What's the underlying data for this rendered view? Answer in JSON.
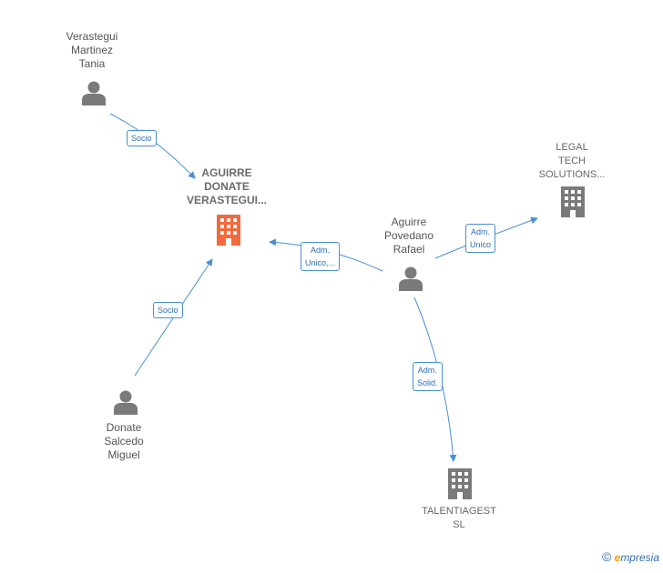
{
  "nodes": {
    "verastegui": {
      "lines": [
        "Verastegui",
        "Martinez",
        "Tania"
      ],
      "type": "person"
    },
    "aguirre_donate": {
      "lines": [
        "AGUIRRE",
        "DONATE",
        "VERASTEGUI..."
      ],
      "type": "company-focus"
    },
    "legal_tech": {
      "lines": [
        "LEGAL",
        "TECH",
        "SOLUTIONS..."
      ],
      "type": "company"
    },
    "aguirre_povedano": {
      "lines": [
        "Aguirre",
        "Povedano",
        "Rafael"
      ],
      "type": "person"
    },
    "donate_salcedo": {
      "lines": [
        "Donate",
        "Salcedo",
        "Miguel"
      ],
      "type": "person"
    },
    "talentiagest": {
      "lines": [
        "TALENTIAGEST",
        "SL"
      ],
      "type": "company"
    }
  },
  "edges": {
    "socio_top": {
      "lines": [
        "Socio"
      ]
    },
    "socio_bottom": {
      "lines": [
        "Socio"
      ]
    },
    "adm_unico_dots": {
      "lines": [
        "Adm.",
        "Unico,..."
      ]
    },
    "adm_unico": {
      "lines": [
        "Adm.",
        "Unico"
      ]
    },
    "adm_solid": {
      "lines": [
        "Adm.",
        "Solid."
      ]
    }
  },
  "colors": {
    "edge": "#4a8fd6",
    "person_icon": "#7a7a7a",
    "company_icon": "#7a7a7a",
    "focus_icon": "#f26a3d"
  },
  "footer": {
    "copyright": "©",
    "brand_first": "e",
    "brand_rest": "mpresia"
  }
}
